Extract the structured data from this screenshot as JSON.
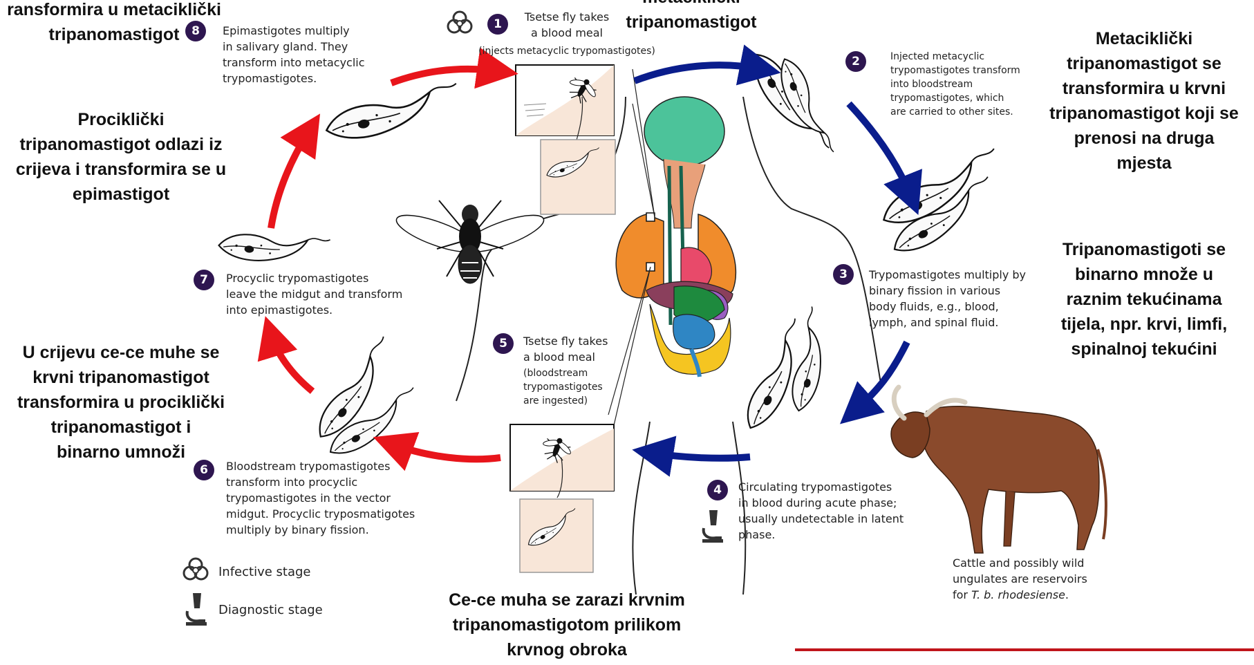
{
  "croatian_labels": {
    "top_left": "ransformira u metaciklički\ntripanomastigot",
    "top_center": "metaciklički\ntripanomastigot",
    "right_top": "Metaciklički\ntripanomastigot se\ntransformira u krvni\ntripanomastigot koji se\nprenosi na druga\nmjesta",
    "right_mid": "Tripanomastigoti se\nbinarno množe u\nraznim tekućinama\ntijela, npr. krvi, limfi,\nspinalnoj tekućini",
    "left_upper": "Prociklički\ntripanomastigot odlazi iz\ncrijeva i transformira se u\nepimastigot",
    "left_lower": "U crijevu ce-ce muhe se\nkrvni tripanomastigot\ntransformira u prociklički\ntripanomastigot i\nbinarno umnoži",
    "bottom_center": "Ce-ce muha se zarazi krvnim\ntripanomastigotom prilikom\nkrvnog obroka"
  },
  "steps": [
    {
      "number": "1",
      "title": "Tsetse fly takes\na blood meal",
      "note": "(injects metacyclic trypomastigotes)"
    },
    {
      "number": "2",
      "text": "Injected metacyclic\ntrypomastigotes transform\ninto bloodstream\ntrypomastigotes, which\nare carried to other sites."
    },
    {
      "number": "3",
      "text": "Trypomastigotes multiply by\nbinary fission in various\nbody fluids, e.g., blood,\nlymph, and spinal fluid."
    },
    {
      "number": "4",
      "text": "Circulating trypomastigotes\nin blood during acute phase;\nusually undetectable in latent\nphase."
    },
    {
      "number": "5",
      "title": "Tsetse fly takes\na blood meal",
      "note": "(bloodstream\ntrypomastigotes\nare ingested)"
    },
    {
      "number": "6",
      "text": "Bloodstream trypomastigotes\ntransform into procyclic\ntrypomastigotes in the vector\nmidgut. Procyclic tryposmatigotes\nmultiply by binary fission."
    },
    {
      "number": "7",
      "text": "Procyclic trypomastigotes\nleave the midgut and transform\ninto epimastigotes."
    },
    {
      "number": "8",
      "text": "Epimastigotes multiply\nin salivary gland. They\ntransform into metacyclic\ntrypomastigotes."
    }
  ],
  "legend": {
    "infective": "Infective stage",
    "diagnostic": "Diagnostic stage"
  },
  "reservoir": {
    "text_before": "Cattle and possibly wild\nungulates are reservoirs\nfor ",
    "species": "T. b. rhodesiense",
    "text_after": "."
  },
  "colors": {
    "human_arrows": "#0a1d8c",
    "vector_arrows": "#e8151b",
    "badge": "#2e1650",
    "divider": "#c0151b"
  }
}
